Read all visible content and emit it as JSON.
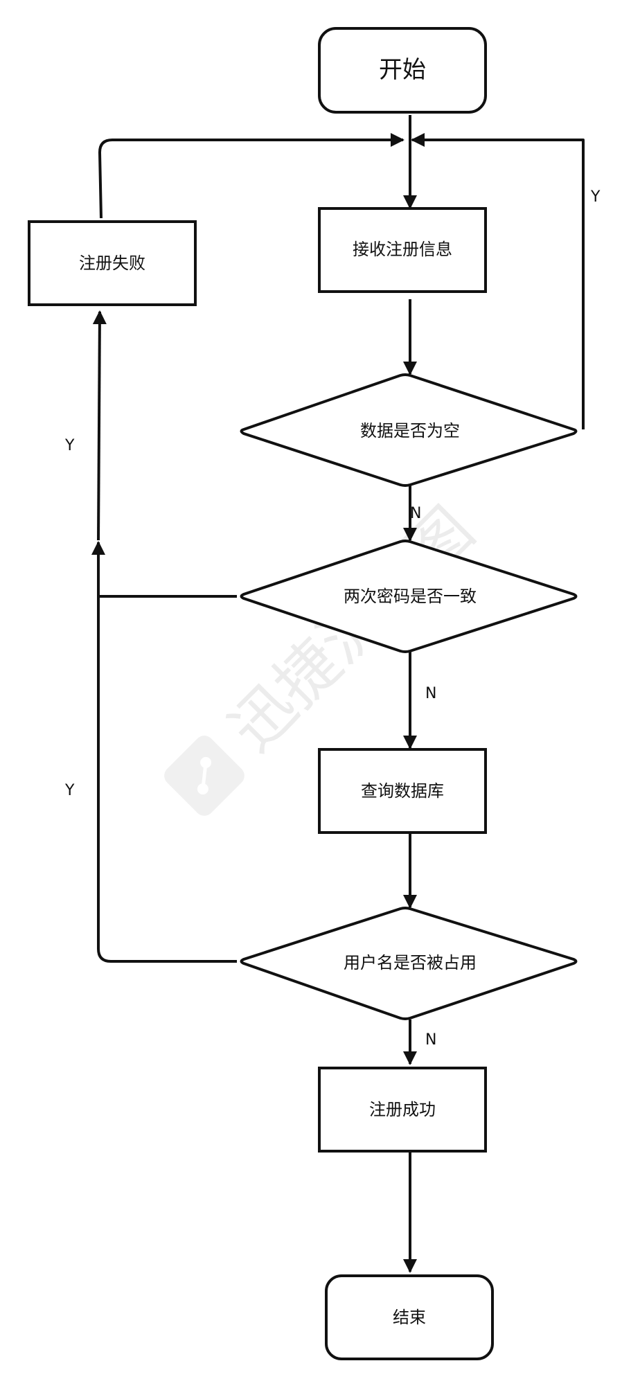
{
  "diagram": {
    "nodes": {
      "start": "开始",
      "receive": "接收注册信息",
      "data_empty": "数据是否为空",
      "password_match": "两次密码是否一致",
      "query_db": "查询数据库",
      "username_taken": "用户名是否被占用",
      "success": "注册成功",
      "failure": "注册失败",
      "end": "结束"
    },
    "edge_labels": {
      "empty_yes": "Y",
      "empty_no": "N",
      "password_yes": "Y",
      "password_no": "N",
      "taken_yes": "Y",
      "taken_no": "N"
    }
  },
  "watermark": {
    "text": "迅捷流程图"
  }
}
